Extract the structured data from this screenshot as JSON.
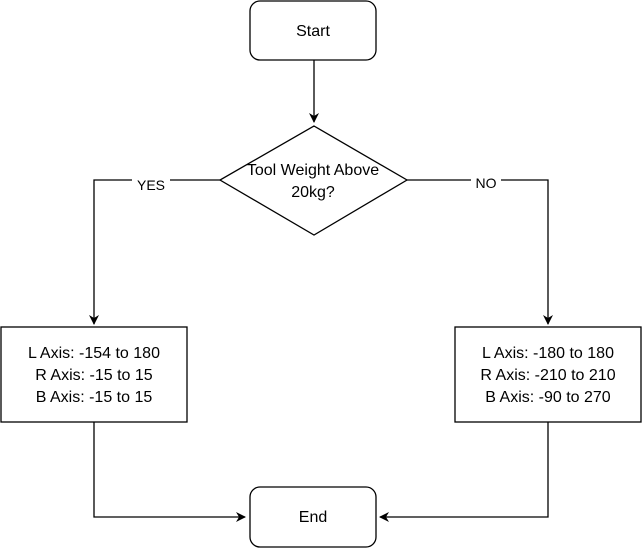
{
  "diagram": {
    "start_label": "Start",
    "decision_line1": "Tool Weight Above",
    "decision_line2": "20kg?",
    "yes_label": "YES",
    "no_label": "NO",
    "yes_box": {
      "line1": "L Axis: -154 to 180",
      "line2": "R Axis: -15 to 15",
      "line3": "B Axis: -15 to 15"
    },
    "no_box": {
      "line1": "L Axis: -180 to 180",
      "line2": "R Axis: -210 to 210",
      "line3": "B Axis: -90 to 270"
    },
    "end_label": "End"
  },
  "colors": {
    "stroke": "#000000",
    "fill": "#ffffff",
    "text": "#000000"
  }
}
